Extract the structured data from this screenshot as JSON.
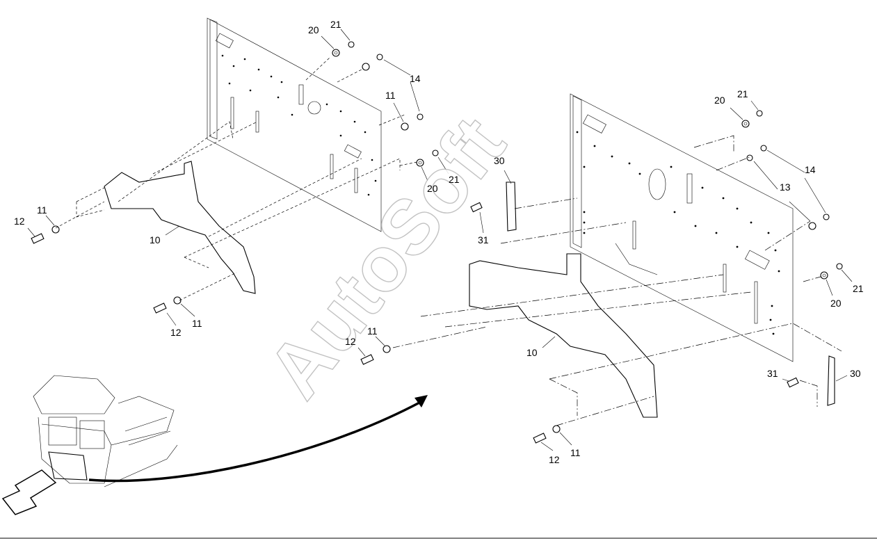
{
  "watermark": "AutoSoft",
  "callouts": [
    {
      "id": "l20",
      "text": "20"
    },
    {
      "id": "l21",
      "text": "21"
    },
    {
      "id": "l14",
      "text": "14"
    },
    {
      "id": "l11a",
      "text": "11"
    },
    {
      "id": "l20b",
      "text": "20"
    },
    {
      "id": "l21b",
      "text": "21"
    },
    {
      "id": "l12a",
      "text": "12"
    },
    {
      "id": "l11b",
      "text": "11"
    },
    {
      "id": "l10a",
      "text": "10"
    },
    {
      "id": "l12b",
      "text": "12"
    },
    {
      "id": "l11c",
      "text": "11"
    },
    {
      "id": "r20",
      "text": "20"
    },
    {
      "id": "r21",
      "text": "21"
    },
    {
      "id": "r14",
      "text": "14"
    },
    {
      "id": "r13",
      "text": "13"
    },
    {
      "id": "r30",
      "text": "30"
    },
    {
      "id": "r31",
      "text": "31"
    },
    {
      "id": "r20b",
      "text": "20"
    },
    {
      "id": "r21b",
      "text": "21"
    },
    {
      "id": "r12a",
      "text": "12"
    },
    {
      "id": "r11a",
      "text": "11"
    },
    {
      "id": "r10",
      "text": "10"
    },
    {
      "id": "r31b",
      "text": "31"
    },
    {
      "id": "r30b",
      "text": "30"
    },
    {
      "id": "r12b",
      "text": "12"
    },
    {
      "id": "r11b",
      "text": "11"
    }
  ]
}
